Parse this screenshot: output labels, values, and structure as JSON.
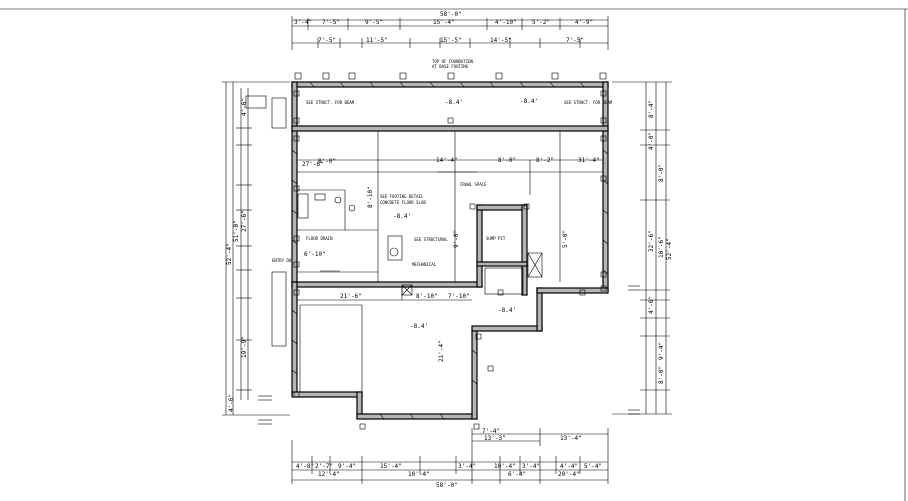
{
  "drawing": {
    "top_dims": {
      "overall": "58'-0\"",
      "row1": [
        "3'-4\"",
        "7'-5\"",
        "9'-5\"",
        "15'-4\"",
        "4'-10\"",
        "5'-2\"",
        "4'-9\""
      ],
      "row2": [
        "7'-5\"",
        "11'-5\"",
        "15'-5\"",
        "14'-5\"",
        "7'-5\""
      ]
    },
    "bottom_dims": {
      "row_a": [
        "7'-4\"",
        "13'-4\""
      ],
      "row_a2": [
        "13'-3\""
      ],
      "row_b": [
        "4'-8\"",
        "2'-7\"",
        "9'-4\"",
        "15'-4\"",
        "3'-4\"",
        "10'-4\"",
        "3'-4\"",
        "4'-4\"",
        "5'-4\""
      ],
      "row_c": [
        "12'-4\"",
        "10'-4\"",
        "6'-4\"",
        "20'-4\""
      ],
      "overall": "58'-0\""
    },
    "left_dims": {
      "overall": "52'-4\"",
      "overall2": "51'-0\"",
      "segments": [
        "4'-6\"",
        "27'-6\"",
        "19'-9\"",
        "4'-6\""
      ]
    },
    "right_dims": {
      "overall": "52'-4\"",
      "segments": [
        "8'-4\"",
        "4'-0\"",
        "32'-6\"",
        "4'-6\"",
        "8'-0\"",
        "10'-6\"",
        "9'-4\"",
        "8'-0\""
      ]
    },
    "interior_dims": {
      "d1": "31'-4\"",
      "d2": "14'-4\"",
      "d3": "8'-0\"",
      "d4": "8'-2\"",
      "d5": "8'-0\"",
      "d6": "27'-6\"",
      "d7": "21'-6\"",
      "d8": "7'-10\"",
      "d9": "8'-10\"",
      "d10": "21'-4\"",
      "d11": "8'-10\"",
      "d12": "6'-10\"",
      "d13": "9'-0\"",
      "d14": "5'-0\""
    },
    "elevations": [
      "-8.4'",
      "-8.4'",
      "-8.4'",
      "-8.4'",
      "-8.4'"
    ],
    "notes": {
      "n1": "TOP OF FOUNDATION",
      "n2": "AT BASE FOOTING",
      "n3": "ENTRY DOOR",
      "n4": "SEE STRUCT. FOR BEAM",
      "n5": "SEE STRUCT. FOR BEAM",
      "n6": "SEE FOOTING DETAIL",
      "n7": "CONCRETE FLOOR SLAB",
      "n8": "SEE STRUCTURAL",
      "n9": "FLOOR DRAIN",
      "n10": "SUMP PIT",
      "n11": "MECHANICAL",
      "n12": "CRAWL SPACE"
    }
  }
}
